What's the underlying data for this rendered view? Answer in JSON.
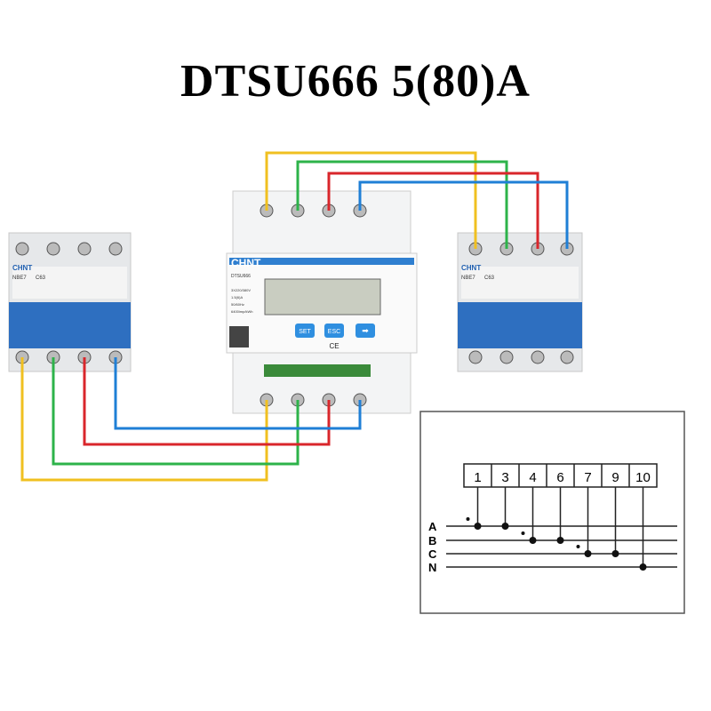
{
  "title": "DTSU666 5(80)A",
  "meter": {
    "brand": "CHNT",
    "model": "DTSU666",
    "specs": [
      "3X220/380V",
      "1.5(6)A",
      "50/60Hz",
      "6400imp/kWh"
    ],
    "buttons": [
      "SET",
      "ESC"
    ],
    "ce_mark": "CE"
  },
  "breakers": {
    "brand": "CHNT",
    "model": "NBE7",
    "rating": "C63"
  },
  "wire_colors": {
    "phase_a": "#f0c020",
    "phase_b": "#2db34a",
    "phase_c": "#d9262b",
    "neutral": "#1f7fd6"
  },
  "schematic": {
    "terminals": [
      "1",
      "3",
      "4",
      "6",
      "7",
      "9",
      "10"
    ],
    "lines": [
      "A",
      "B",
      "C",
      "N"
    ]
  }
}
